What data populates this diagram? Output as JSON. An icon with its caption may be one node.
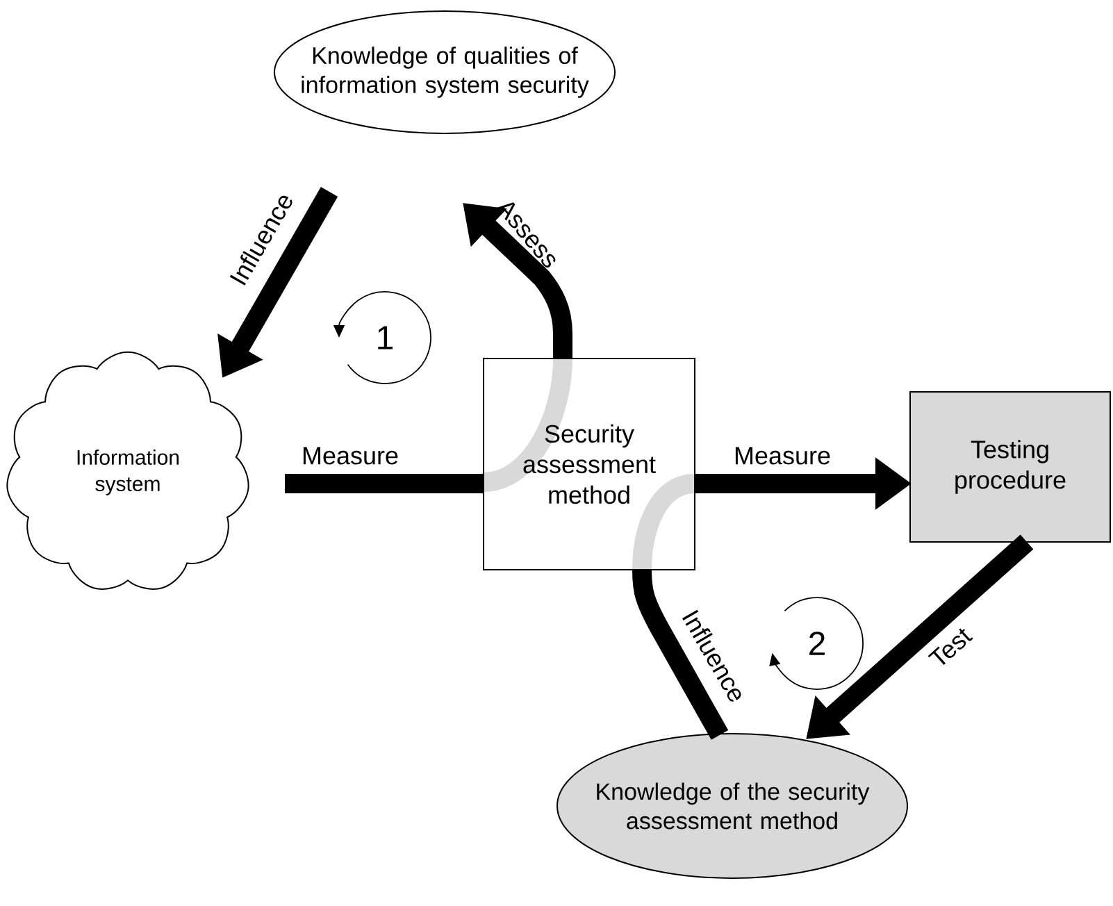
{
  "diagram": {
    "nodes": [
      {
        "text": [
          "Knowledge of qualities of information system security"
        ]
      },
      {
        "text": [
          "Information system"
        ]
      },
      {
        "text": [
          "Security assessment method"
        ]
      },
      {
        "text": [
          "Testing procedure"
        ]
      },
      {
        "text": [
          "Knowledge of the security assessment method"
        ]
      }
    ],
    "edges": [
      {
        "from": 0,
        "to": 1,
        "arrow": "to",
        "label": "Influence"
      },
      {
        "from": 1,
        "to": 2,
        "arrow": "none",
        "label": "Measure"
      },
      {
        "from": 2,
        "to": 0,
        "arrow": "to",
        "label": "Assess"
      },
      {
        "from": 2,
        "to": 3,
        "arrow": "to",
        "label": "Measure"
      },
      {
        "from": 4,
        "to": 2,
        "arrow": "none",
        "label": "Influence"
      },
      {
        "from": 3,
        "to": 4,
        "arrow": "to",
        "label": "Test"
      }
    ],
    "labels": [
      "1",
      "2"
    ]
  }
}
